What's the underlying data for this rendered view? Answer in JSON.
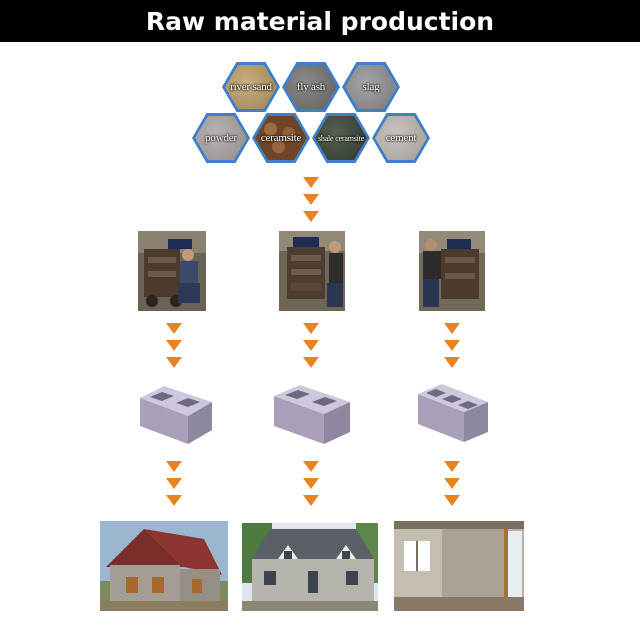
{
  "header": {
    "title": "Raw material production"
  },
  "materials": [
    {
      "label": "river sand",
      "color": "#b59a6e"
    },
    {
      "label": "fly ash",
      "color": "#7c7b7a"
    },
    {
      "label": "slag",
      "color": "#8f9196"
    },
    {
      "label": "powder",
      "color": "#a7a2a0"
    },
    {
      "label": "ceramsite",
      "color": "#8b5a34"
    },
    {
      "label": "shale ceramsite",
      "color": "#3f4a3e"
    },
    {
      "label": "cement",
      "color": "#b8b3ad"
    }
  ],
  "colors": {
    "header_bg": "#000000",
    "arrow": "#e8841f",
    "hex_border": "#3d7fc9",
    "block": "#b8aec6"
  }
}
